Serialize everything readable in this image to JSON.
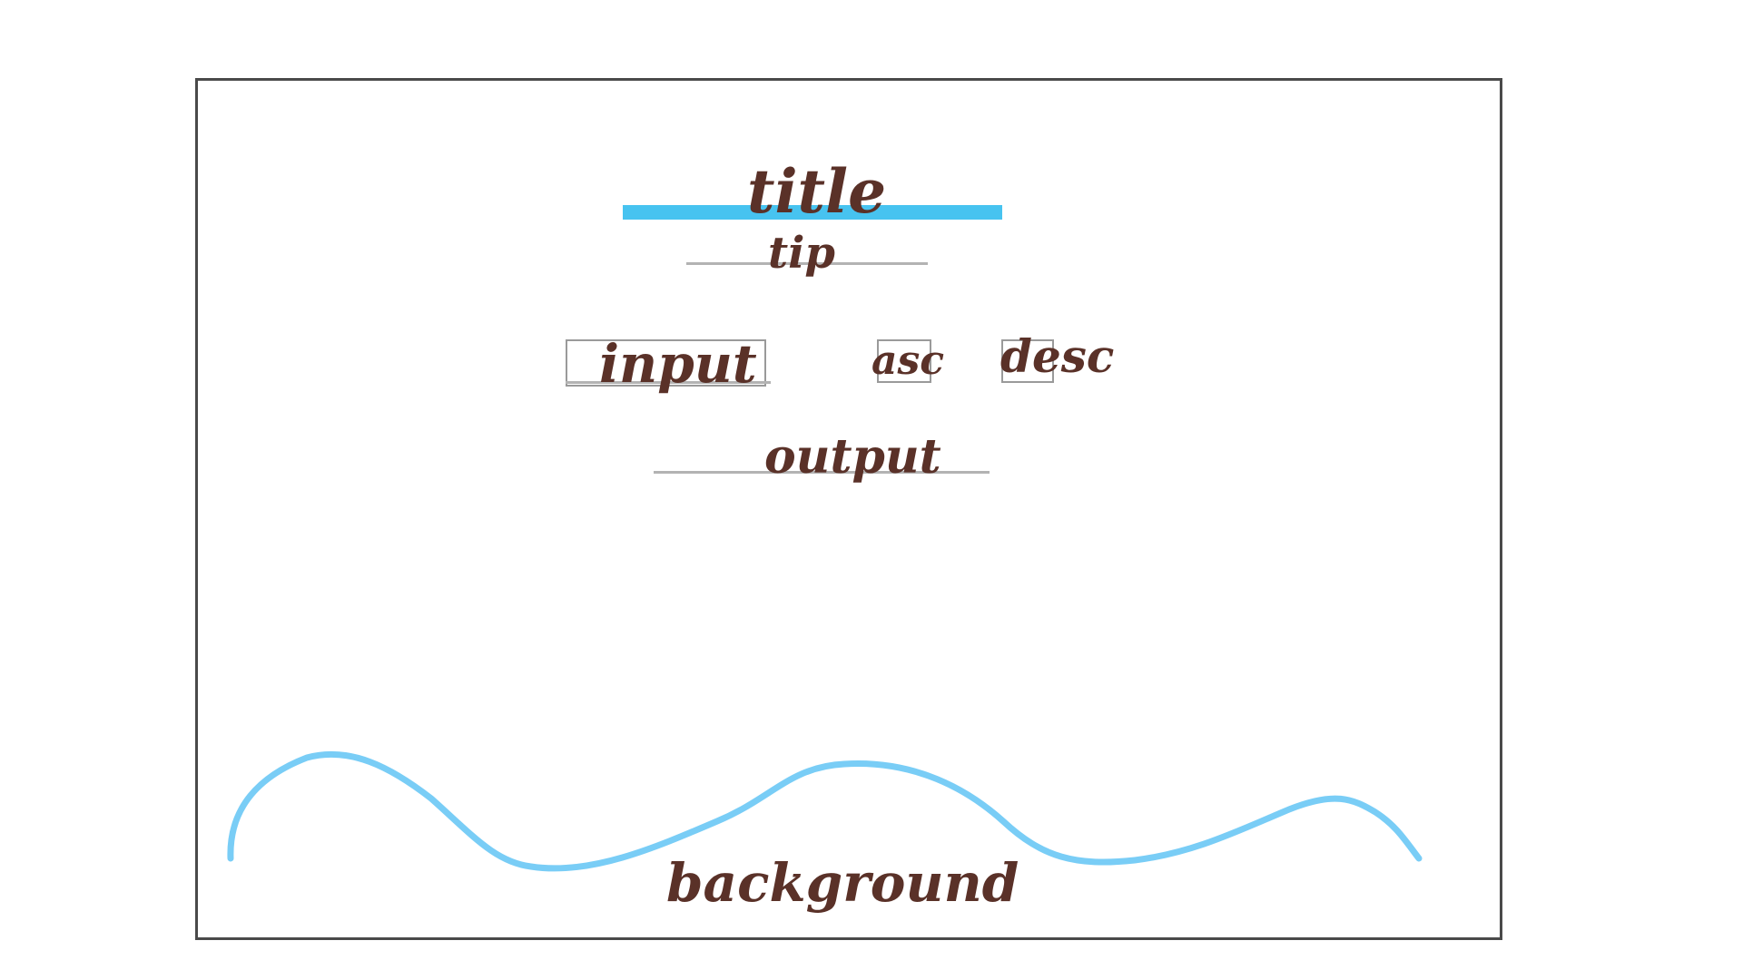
{
  "title": "title",
  "tip": "tip",
  "input": "input",
  "asc": "asc",
  "desc": "desc",
  "output": "output",
  "background": "background",
  "colors": {
    "title_bar": "#47c3f0",
    "wave": "#79cdf6",
    "handwriting": "#5a3128",
    "frame": "#4a4a4a",
    "placeholder_lines": "#b3b3b3"
  }
}
